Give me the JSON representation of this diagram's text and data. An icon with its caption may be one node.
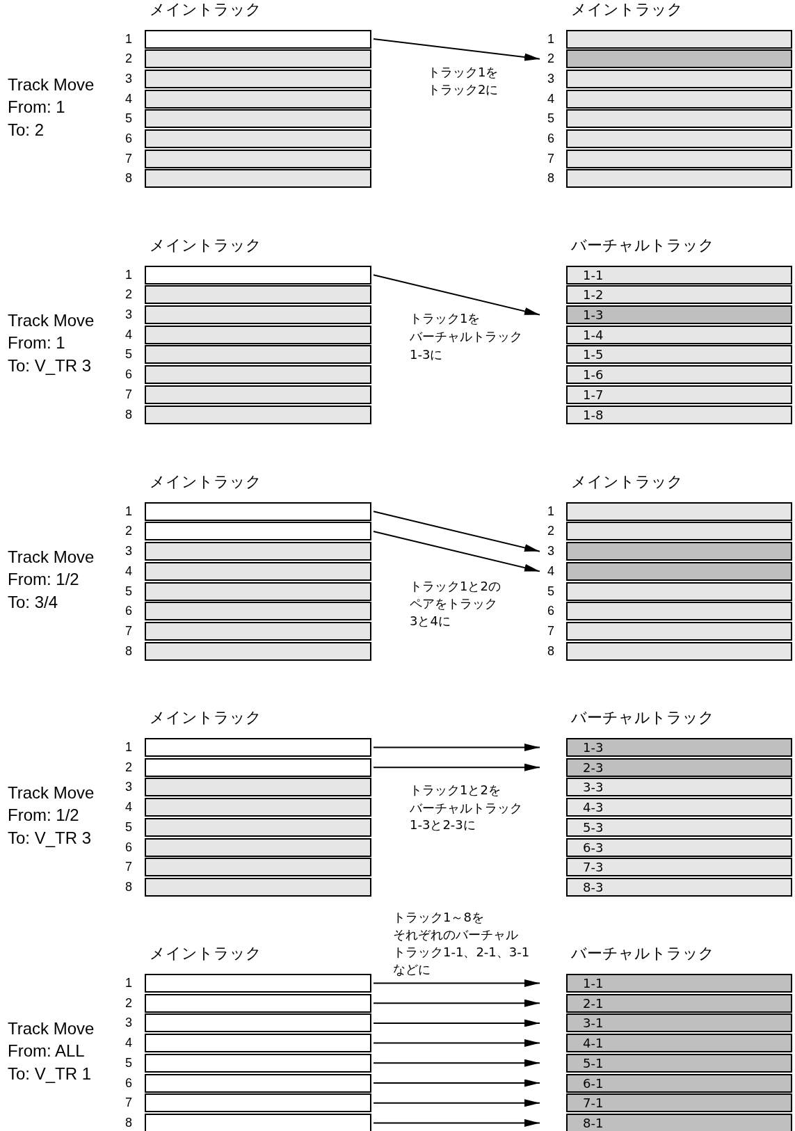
{
  "diagram": {
    "nodes": [
      {
        "text": [
          "メイントラック"
        ]
      },
      {
        "text": [],
        "shape": "bar",
        "beside": [
          "1"
        ],
        "in": 0
      },
      {
        "text": [],
        "shape": "bar",
        "beside": [
          "2"
        ],
        "in": 0
      },
      {
        "text": [],
        "shape": "bar",
        "beside": [
          "3"
        ],
        "in": 0
      },
      {
        "text": [],
        "shape": "bar",
        "beside": [
          "4"
        ],
        "in": 0
      },
      {
        "text": [],
        "shape": "bar",
        "beside": [
          "5"
        ],
        "in": 0
      },
      {
        "text": [],
        "shape": "bar",
        "beside": [
          "6"
        ],
        "in": 0
      },
      {
        "text": [],
        "shape": "bar",
        "beside": [
          "7"
        ],
        "in": 0
      },
      {
        "text": [],
        "shape": "bar",
        "beside": [
          "8"
        ],
        "in": 0
      },
      {
        "text": [
          "メイントラック"
        ]
      },
      {
        "text": [],
        "shape": "bar",
        "beside": [
          "1"
        ],
        "in": 9
      },
      {
        "text": [],
        "shape": "bar",
        "beside": [
          "2"
        ],
        "in": 9
      },
      {
        "text": [],
        "shape": "bar",
        "beside": [
          "3"
        ],
        "in": 9
      },
      {
        "text": [],
        "shape": "bar",
        "beside": [
          "4"
        ],
        "in": 9
      },
      {
        "text": [],
        "shape": "bar",
        "beside": [
          "5"
        ],
        "in": 9
      },
      {
        "text": [],
        "shape": "bar",
        "beside": [
          "6"
        ],
        "in": 9
      },
      {
        "text": [],
        "shape": "bar",
        "beside": [
          "7"
        ],
        "in": 9
      },
      {
        "text": [],
        "shape": "bar",
        "beside": [
          "8"
        ],
        "in": 9
      },
      {
        "text": [
          "メイントラック"
        ]
      },
      {
        "text": [],
        "shape": "bar",
        "beside": [
          "1"
        ],
        "in": 18
      },
      {
        "text": [],
        "shape": "bar",
        "beside": [
          "2"
        ],
        "in": 18
      },
      {
        "text": [],
        "shape": "bar",
        "beside": [
          "3"
        ],
        "in": 18
      },
      {
        "text": [],
        "shape": "bar",
        "beside": [
          "4"
        ],
        "in": 18
      },
      {
        "text": [],
        "shape": "bar",
        "beside": [
          "5"
        ],
        "in": 18
      },
      {
        "text": [],
        "shape": "bar",
        "beside": [
          "6"
        ],
        "in": 18
      },
      {
        "text": [],
        "shape": "bar",
        "beside": [
          "7"
        ],
        "in": 18
      },
      {
        "text": [],
        "shape": "bar",
        "beside": [
          "8"
        ],
        "in": 18
      },
      {
        "text": [
          "バーチャルトラック"
        ]
      },
      {
        "text": [
          "1-1"
        ],
        "in": 27
      },
      {
        "text": [
          "1-2"
        ],
        "in": 27
      },
      {
        "text": [
          "1-3"
        ],
        "in": 27
      },
      {
        "text": [
          "1-4"
        ],
        "in": 27
      },
      {
        "text": [
          "1-5"
        ],
        "in": 27
      },
      {
        "text": [
          "1-6"
        ],
        "in": 27
      },
      {
        "text": [
          "1-7"
        ],
        "in": 27
      },
      {
        "text": [
          "1-8"
        ],
        "in": 27
      },
      {
        "text": [
          "メイントラック"
        ]
      },
      {
        "text": [],
        "shape": "bar",
        "beside": [
          "1"
        ],
        "in": 36
      },
      {
        "text": [],
        "shape": "bar",
        "beside": [
          "2"
        ],
        "in": 36
      },
      {
        "text": [],
        "shape": "bar",
        "beside": [
          "3"
        ],
        "in": 36
      },
      {
        "text": [],
        "shape": "bar",
        "beside": [
          "4"
        ],
        "in": 36
      },
      {
        "text": [],
        "shape": "bar",
        "beside": [
          "5"
        ],
        "in": 36
      },
      {
        "text": [],
        "shape": "bar",
        "beside": [
          "6"
        ],
        "in": 36
      },
      {
        "text": [],
        "shape": "bar",
        "beside": [
          "7"
        ],
        "in": 36
      },
      {
        "text": [],
        "shape": "bar",
        "beside": [
          "8"
        ],
        "in": 36
      },
      {
        "text": [
          "メイントラック"
        ]
      },
      {
        "text": [],
        "shape": "bar",
        "beside": [
          "1"
        ],
        "in": 45
      },
      {
        "text": [],
        "shape": "bar",
        "beside": [
          "2"
        ],
        "in": 45
      },
      {
        "text": [],
        "shape": "bar",
        "beside": [
          "3"
        ],
        "in": 45
      },
      {
        "text": [],
        "shape": "bar",
        "beside": [
          "4"
        ],
        "in": 45
      },
      {
        "text": [],
        "shape": "bar",
        "beside": [
          "5"
        ],
        "in": 45
      },
      {
        "text": [],
        "shape": "bar",
        "beside": [
          "6"
        ],
        "in": 45
      },
      {
        "text": [],
        "shape": "bar",
        "beside": [
          "7"
        ],
        "in": 45
      },
      {
        "text": [],
        "shape": "bar",
        "beside": [
          "8"
        ],
        "in": 45
      },
      {
        "text": [
          "メイントラック"
        ]
      },
      {
        "text": [],
        "shape": "bar",
        "beside": [
          "1"
        ],
        "in": 54
      },
      {
        "text": [],
        "shape": "bar",
        "beside": [
          "2"
        ],
        "in": 54
      },
      {
        "text": [],
        "shape": "bar",
        "beside": [
          "3"
        ],
        "in": 54
      },
      {
        "text": [],
        "shape": "bar",
        "beside": [
          "4"
        ],
        "in": 54
      },
      {
        "text": [],
        "shape": "bar",
        "beside": [
          "5"
        ],
        "in": 54
      },
      {
        "text": [],
        "shape": "bar",
        "beside": [
          "6"
        ],
        "in": 54
      },
      {
        "text": [],
        "shape": "bar",
        "beside": [
          "7"
        ],
        "in": 54
      },
      {
        "text": [],
        "shape": "bar",
        "beside": [
          "8"
        ],
        "in": 54
      },
      {
        "text": [
          "バーチャルトラック"
        ]
      },
      {
        "text": [
          "1-3"
        ],
        "in": 63
      },
      {
        "text": [
          "2-3"
        ],
        "in": 63
      },
      {
        "text": [
          "3-3"
        ],
        "in": 63
      },
      {
        "text": [
          "4-3"
        ],
        "in": 63
      },
      {
        "text": [
          "5-3"
        ],
        "in": 63
      },
      {
        "text": [
          "6-3"
        ],
        "in": 63
      },
      {
        "text": [
          "7-3"
        ],
        "in": 63
      },
      {
        "text": [
          "8-3"
        ],
        "in": 63
      },
      {
        "text": [
          "メイントラック"
        ]
      },
      {
        "text": [],
        "shape": "bar",
        "beside": [
          "1"
        ],
        "in": 72
      },
      {
        "text": [],
        "shape": "bar",
        "beside": [
          "2"
        ],
        "in": 72
      },
      {
        "text": [],
        "shape": "bar",
        "beside": [
          "3"
        ],
        "in": 72
      },
      {
        "text": [],
        "shape": "bar",
        "beside": [
          "4"
        ],
        "in": 72
      },
      {
        "text": [],
        "shape": "bar",
        "beside": [
          "5"
        ],
        "in": 72
      },
      {
        "text": [],
        "shape": "bar",
        "beside": [
          "6"
        ],
        "in": 72
      },
      {
        "text": [],
        "shape": "bar",
        "beside": [
          "7"
        ],
        "in": 72
      },
      {
        "text": [],
        "shape": "bar",
        "beside": [
          "8"
        ],
        "in": 72
      },
      {
        "text": [
          "バーチャルトラック"
        ]
      },
      {
        "text": [
          "1-1"
        ],
        "in": 81
      },
      {
        "text": [
          "2-1"
        ],
        "in": 81
      },
      {
        "text": [
          "3-1"
        ],
        "in": 81
      },
      {
        "text": [
          "4-1"
        ],
        "in": 81
      },
      {
        "text": [
          "5-1"
        ],
        "in": 81
      },
      {
        "text": [
          "6-1"
        ],
        "in": 81
      },
      {
        "text": [
          "7-1"
        ],
        "in": 81
      },
      {
        "text": [
          "8-1"
        ],
        "in": 81
      }
    ],
    "edges": [
      {
        "from": 1,
        "to": 11,
        "arrow": "to"
      },
      {
        "from": 19,
        "to": 30,
        "arrow": "to"
      },
      {
        "from": 37,
        "to": 48,
        "arrow": "to"
      },
      {
        "from": 38,
        "to": 49,
        "arrow": "to"
      },
      {
        "from": 55,
        "to": 64,
        "arrow": "to"
      },
      {
        "from": 56,
        "to": 65,
        "arrow": "to"
      },
      {
        "from": 73,
        "to": 82,
        "arrow": "to"
      },
      {
        "from": 74,
        "to": 83,
        "arrow": "to"
      },
      {
        "from": 75,
        "to": 84,
        "arrow": "to"
      },
      {
        "from": 76,
        "to": 85,
        "arrow": "to"
      },
      {
        "from": 77,
        "to": 86,
        "arrow": "to"
      },
      {
        "from": 78,
        "to": 87,
        "arrow": "to"
      },
      {
        "from": 79,
        "to": 88,
        "arrow": "to"
      },
      {
        "from": 80,
        "to": 89,
        "arrow": "to"
      }
    ],
    "labels": [
      "Track Move",
      "From: 1",
      "To: 2",
      "トラック1を",
      "トラック2に",
      "Track Move",
      "From: 1",
      "To: V_TR 3",
      "トラック1を",
      "バーチャルトラック",
      "1-3に",
      "Track Move",
      "From: 1/2",
      "To: 3/4",
      "トラック1と2の",
      "ペアをトラック",
      "3と4に",
      "Track Move",
      "From: 1/2",
      "To: V_TR 3",
      "トラック1と2を",
      "バーチャルトラック",
      "1-3と2-3に",
      "トラック1～8を",
      "それぞれのバーチャル",
      "トラック1-1、2-1、3-1",
      "などに",
      "Track Move",
      "From: ALL",
      "To: V_TR 1"
    ]
  }
}
